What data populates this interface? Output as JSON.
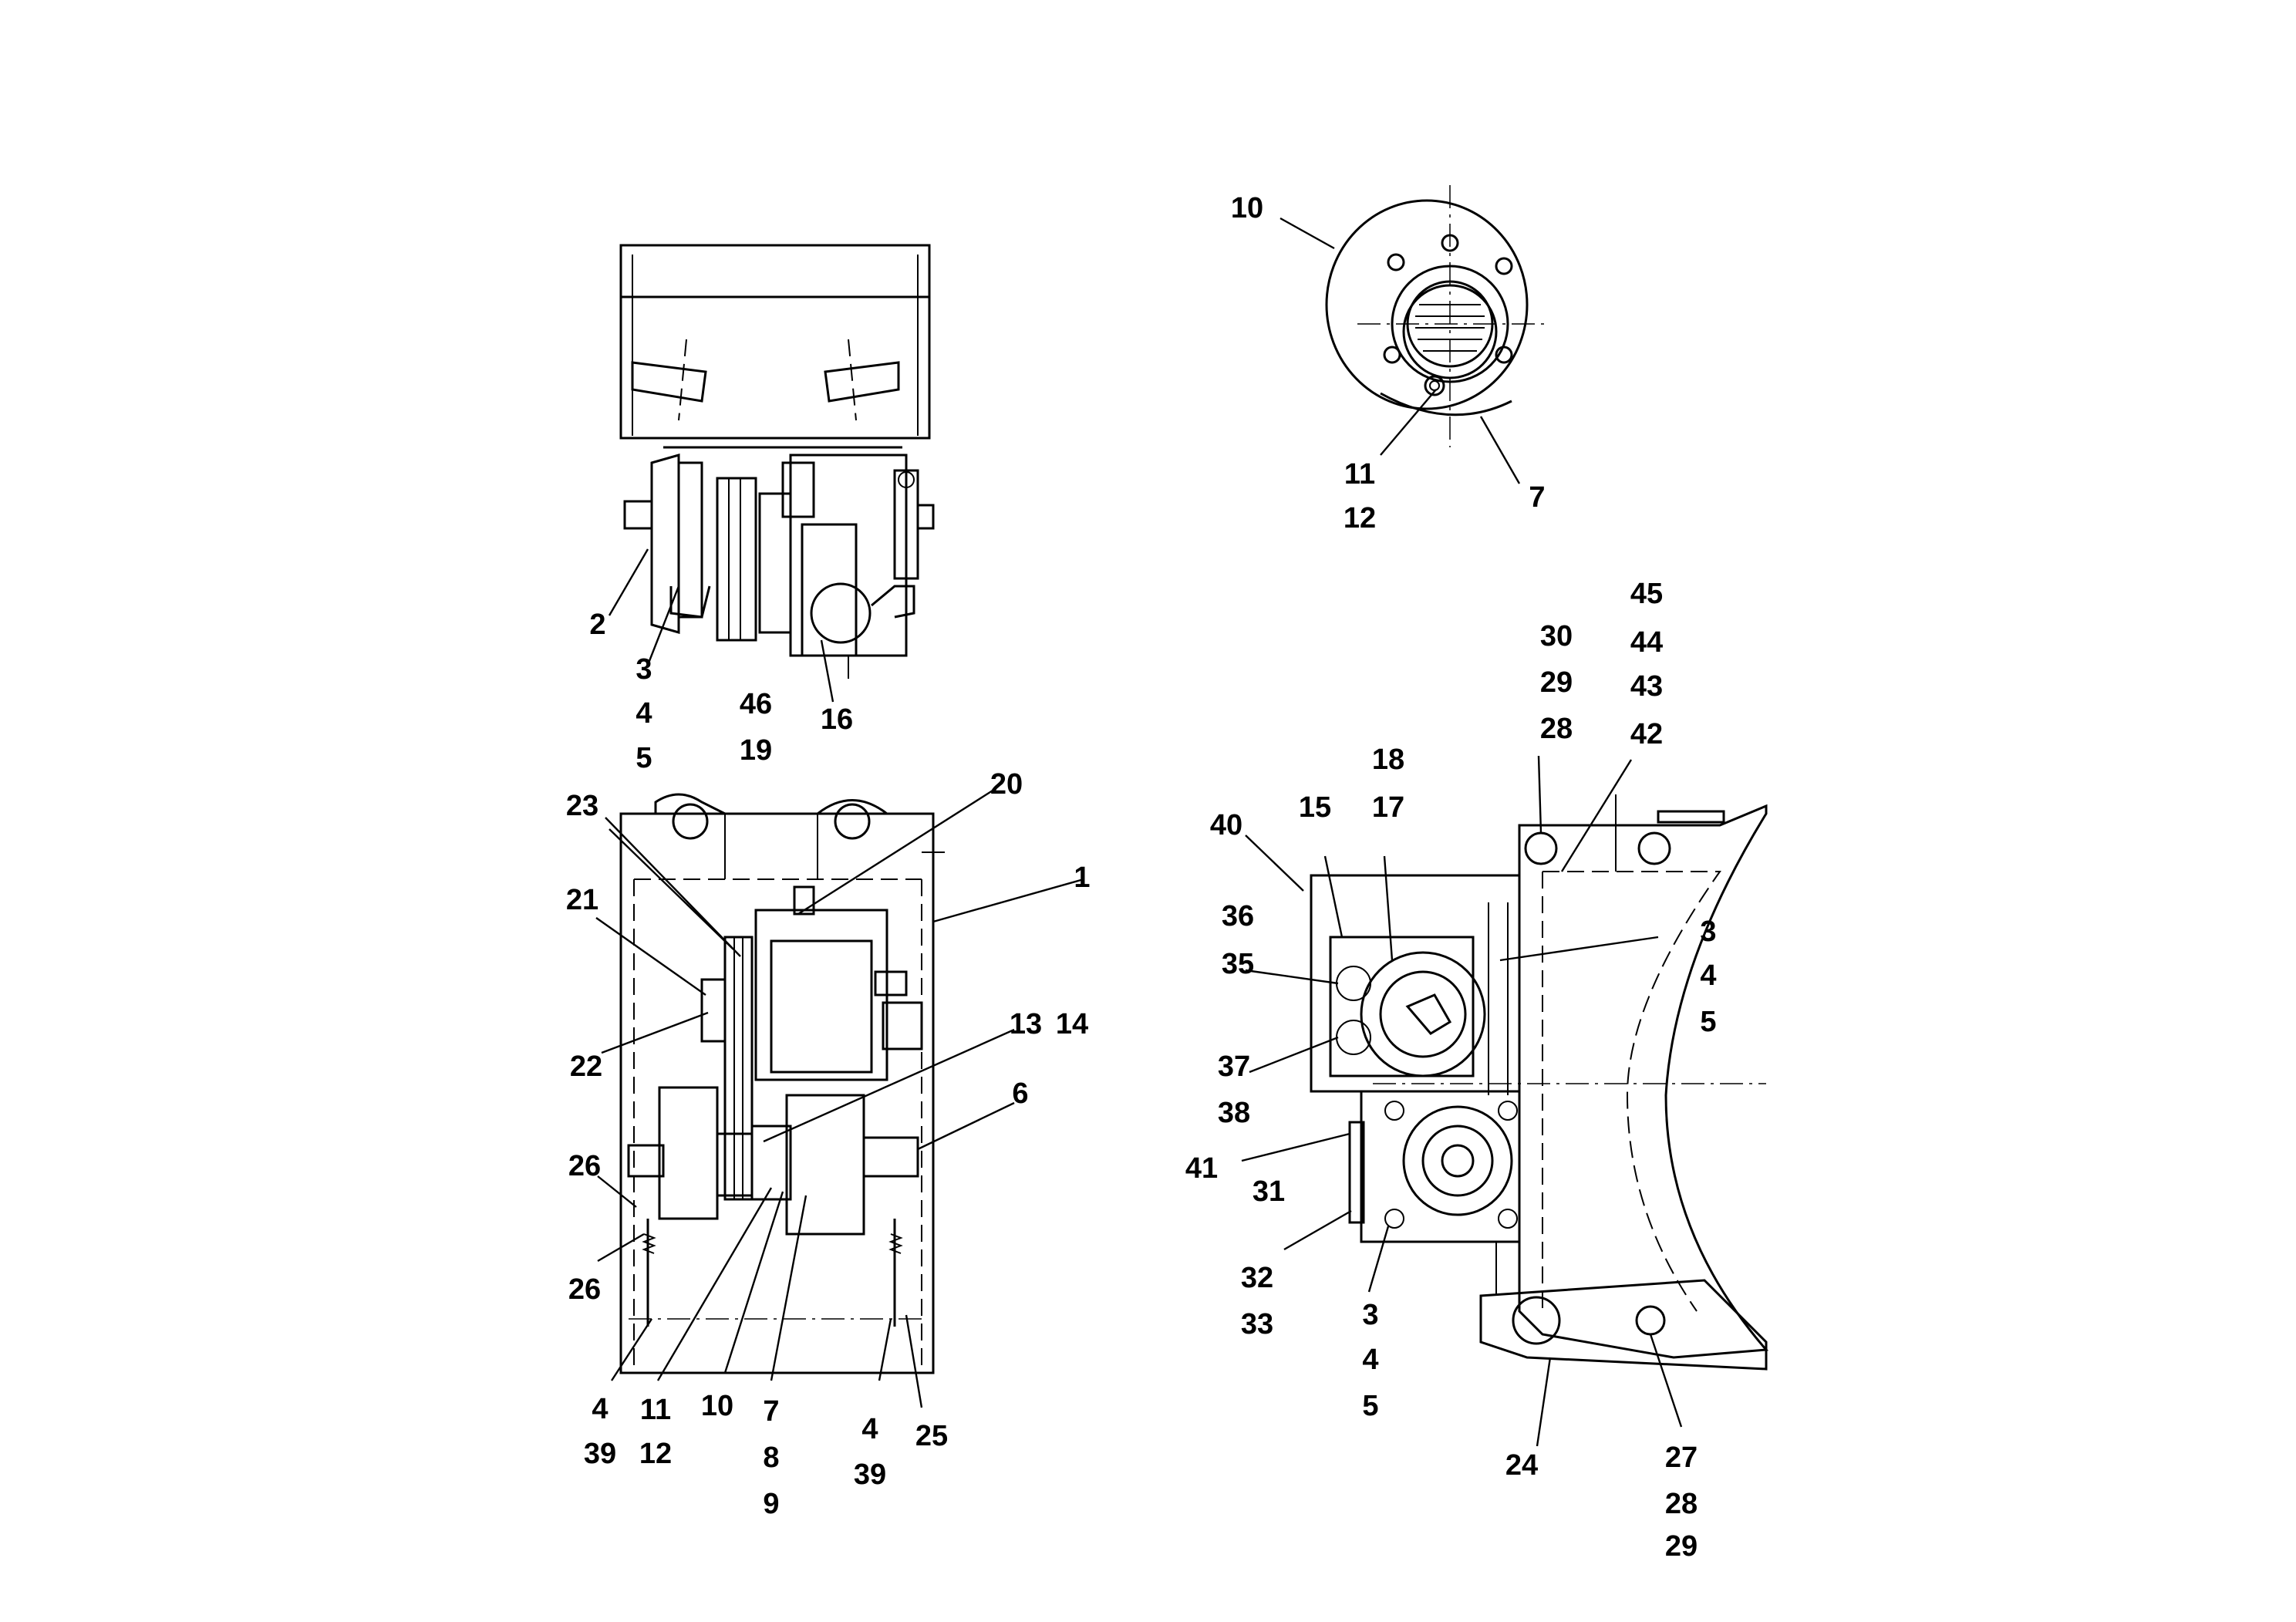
{
  "figure": {
    "views": [
      "side-view-top-left",
      "front-view-bottom-left",
      "flange-detail-top-right",
      "side-view-bottom-right"
    ]
  },
  "callouts": {
    "top_left_view": [
      "2",
      "3",
      "4",
      "5",
      "46",
      "19",
      "16"
    ],
    "bottom_left_view": [
      "23",
      "20",
      "1",
      "21",
      "22",
      "13",
      "14",
      "6",
      "26",
      "26",
      "4",
      "39",
      "11",
      "12",
      "10",
      "7",
      "8",
      "9",
      "4",
      "39",
      "25"
    ],
    "flange_detail": [
      "10",
      "11",
      "12",
      "7"
    ],
    "right_view": [
      "45",
      "44",
      "43",
      "42",
      "30",
      "29",
      "28",
      "18",
      "17",
      "15",
      "40",
      "36",
      "35",
      "37",
      "38",
      "41",
      "31",
      "32",
      "33",
      "3",
      "4",
      "5",
      "3",
      "4",
      "5",
      "24",
      "27",
      "28",
      "29"
    ]
  },
  "line_color": "#000000",
  "background": "#ffffff"
}
